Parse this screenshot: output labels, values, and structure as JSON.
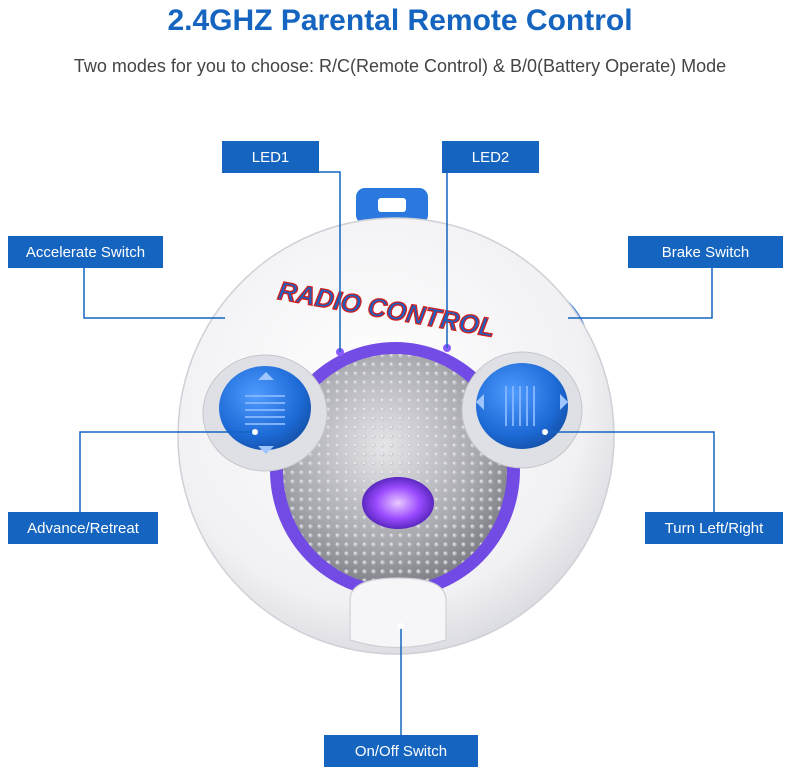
{
  "header": {
    "title": "2.4GHZ Parental Remote Control",
    "subtitle": "Two modes for you to choose: R/C(Remote Control) & B/0(Battery Operate) Mode"
  },
  "device": {
    "print": "RADIO CONTROL",
    "colors": {
      "body": "#f4f4f6",
      "accent": "#1e6fd6",
      "glow": "#7b3cff",
      "plate": "#9a9aa0"
    }
  },
  "callouts": {
    "led1": "LED1",
    "led2": "LED2",
    "accelerate": "Accelerate Switch",
    "brake": "Brake Switch",
    "advance": "Advance/Retreat",
    "turn": "Turn Left/Right",
    "onoff": "On/Off Switch"
  },
  "theme": {
    "label_bg": "#1565c0",
    "title_color": "#1565c0"
  }
}
